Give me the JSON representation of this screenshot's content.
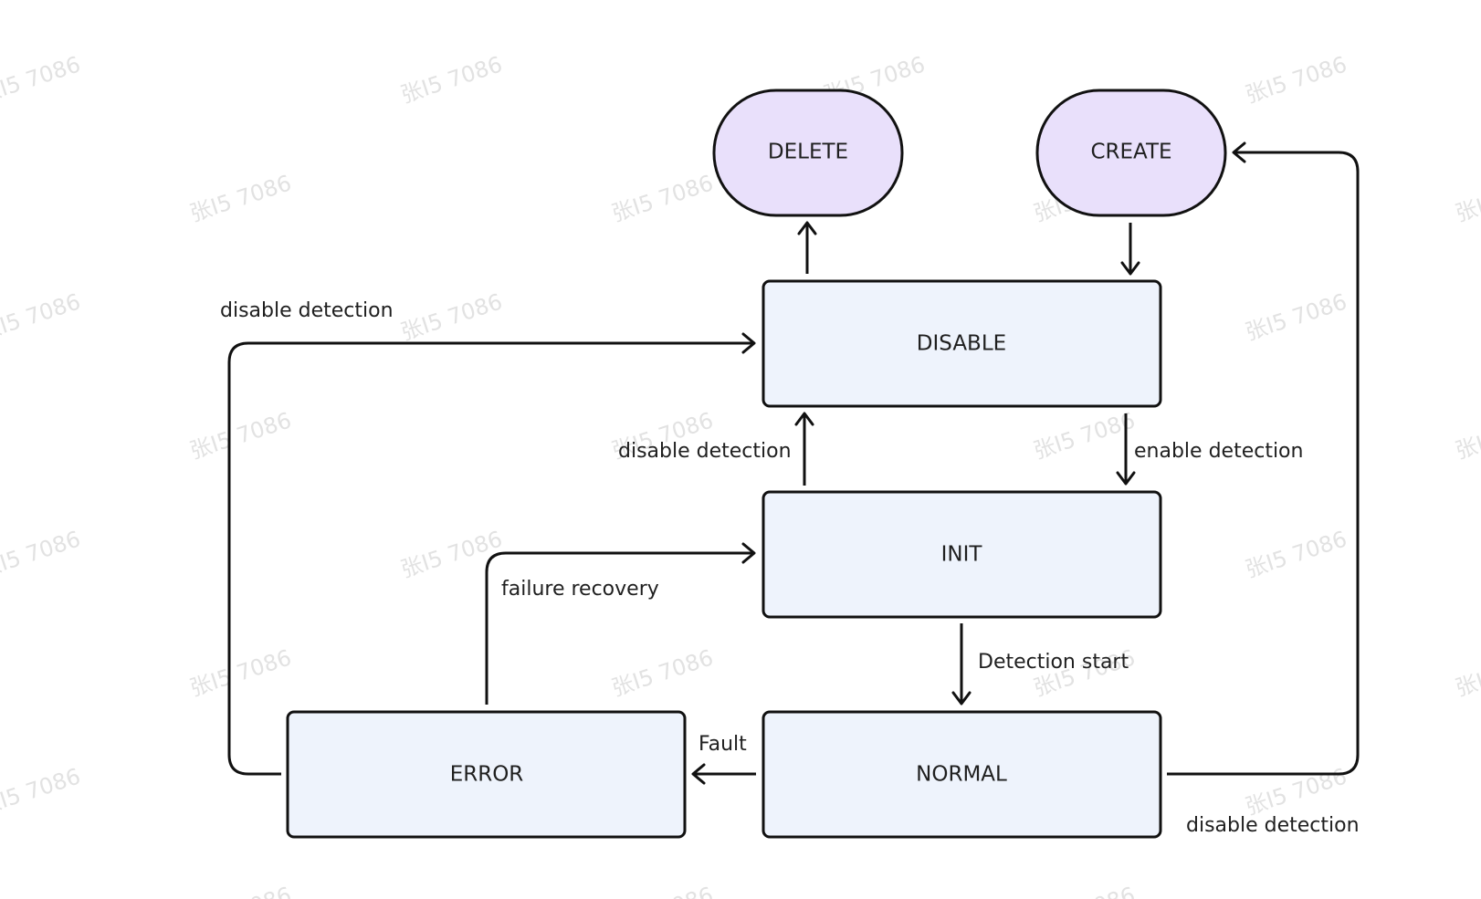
{
  "watermark": "张I5 7086",
  "nodes": {
    "delete": "DELETE",
    "create": "CREATE",
    "disable": "DISABLE",
    "init": "INIT",
    "normal": "NORMAL",
    "error": "ERROR"
  },
  "edges": {
    "error_to_disable": "disable detection",
    "init_to_disable": "disable detection",
    "disable_to_init": "enable detection",
    "error_to_init": "failure recovery",
    "init_to_normal": "Detection start",
    "normal_to_error": "Fault",
    "normal_to_create": "disable detection"
  },
  "colors": {
    "state_fill": "#eef3fc",
    "terminal_fill": "#e9e0fb",
    "stroke": "#111111",
    "watermark": "#d9d9d9"
  }
}
